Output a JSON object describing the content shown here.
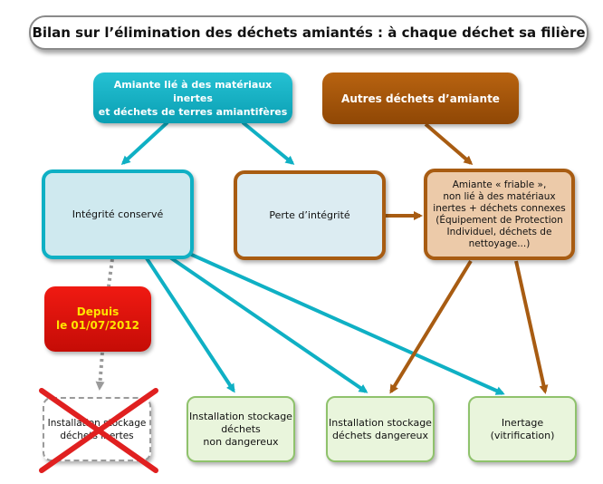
{
  "title": "Bilan sur l’élimination des déchets amiantés : à chaque déchet sa filière",
  "nodes": {
    "amiante_inertes": "Amiante lié à des matériaux inertes\net déchets de terres amiantifères",
    "autres_dechets": "Autres déchets d’amiante",
    "integrite_conserve": "Intégrité conservé",
    "perte_integrite": "Perte d’intégrité",
    "amiante_friable": "Amiante « friable »,\nnon lié à des matériaux\ninertes + déchets connexes\n(Équipement de Protection\nIndividuel, déchets de\nnettoyage...)",
    "depuis_badge": "Depuis\nle 01/07/2012",
    "stockage_inertes": "Installation stockage\ndéchets inertes",
    "stockage_non_dangereux": "Installation stockage\ndéchets\nnon dangereux",
    "stockage_dangereux": "Installation stockage\ndéchets dangereux",
    "inertage": "Inertage\n(vitrification)"
  },
  "colors": {
    "teal": "#0fb0c4",
    "brown": "#a85c12",
    "green_border": "#8fc26c",
    "red": "#e0120b",
    "cross": "#e02020",
    "badge_text": "#ffe300"
  }
}
